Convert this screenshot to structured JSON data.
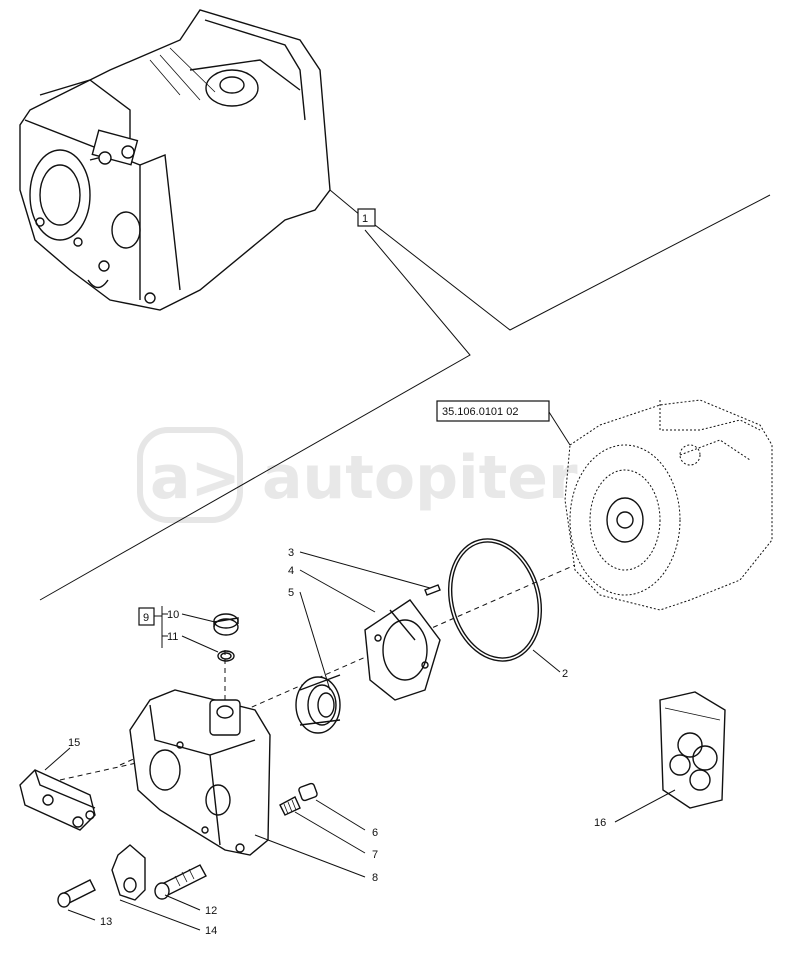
{
  "watermark": {
    "text": "autopiter",
    "logo_text": "a>"
  },
  "reference": {
    "assembly_code": "35.106.0101 02"
  },
  "callouts": {
    "boxed": [
      "1",
      "9"
    ],
    "items": [
      "2",
      "3",
      "4",
      "5",
      "6",
      "7",
      "8",
      "10",
      "11",
      "12",
      "13",
      "14",
      "15",
      "16"
    ]
  }
}
